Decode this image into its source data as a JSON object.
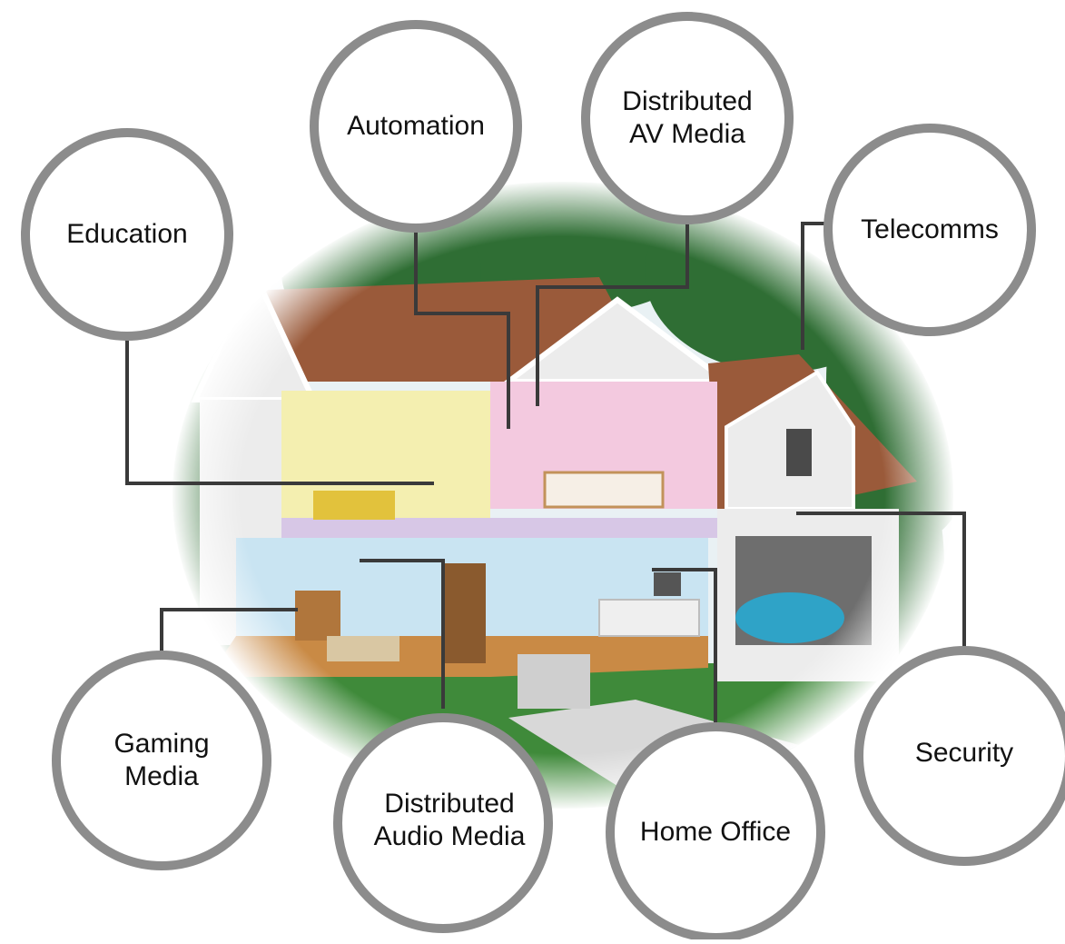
{
  "colors": {
    "ring": "#8c8c8c",
    "connector": "#3a3a3a",
    "roof": "#9a5a3a",
    "siding": "#ececec",
    "room_yellow": "#f4efb0",
    "room_pink": "#f3c9df",
    "room_blue": "#c9e4f2",
    "floor_wood": "#c98a45",
    "foliage": "#2f6e34",
    "car": "#2fa3c7"
  },
  "center_image": {
    "icon": "house-cutaway-illustration"
  },
  "nodes": [
    {
      "id": "education",
      "lines": [
        "Education"
      ]
    },
    {
      "id": "automation",
      "lines": [
        "Automation"
      ]
    },
    {
      "id": "distributed-av-media",
      "lines": [
        "Distributed",
        "AV Media"
      ]
    },
    {
      "id": "telecomms",
      "lines": [
        "Telecomms"
      ]
    },
    {
      "id": "gaming-media",
      "lines": [
        "Gaming",
        "Media"
      ]
    },
    {
      "id": "distributed-audio-media",
      "lines": [
        "Distributed",
        "Audio Media"
      ]
    },
    {
      "id": "home-office",
      "lines": [
        "Home Office"
      ]
    },
    {
      "id": "security",
      "lines": [
        "Security"
      ]
    }
  ]
}
